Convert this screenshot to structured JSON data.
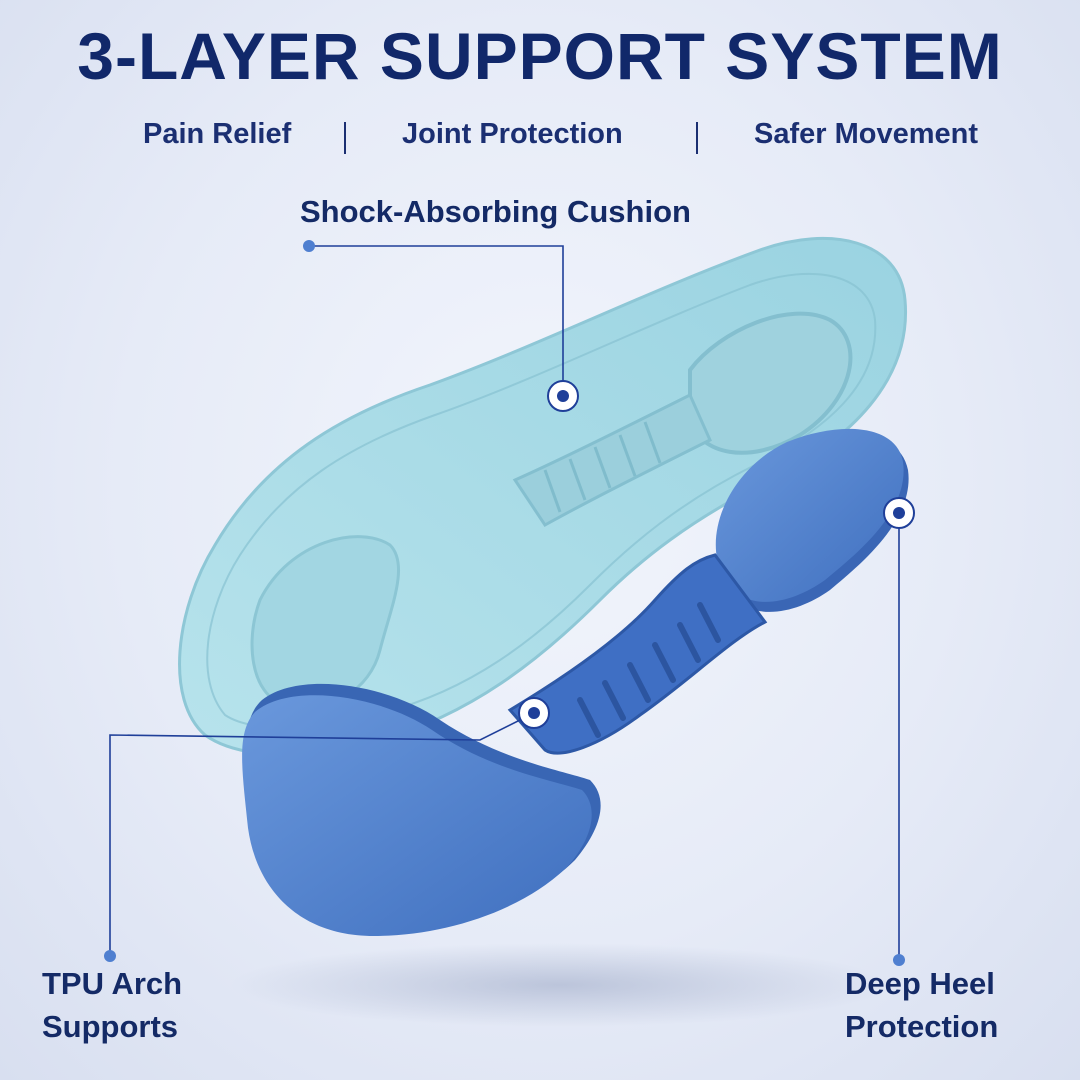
{
  "title": "3-LAYER SUPPORT SYSTEM",
  "benefits": [
    "Pain Relief",
    "Joint Protection",
    "Safer Movement"
  ],
  "callouts": {
    "cushion": "Shock-Absorbing Cushion",
    "arch_line1": "TPU Arch",
    "arch_line2": "Supports",
    "heel_line1": "Deep Heel",
    "heel_line2": "Protection"
  },
  "colors": {
    "heading": "#11286a",
    "insole": "#a9dbe6",
    "foam": "#4e7fcc",
    "marker": "#1f3f99"
  }
}
